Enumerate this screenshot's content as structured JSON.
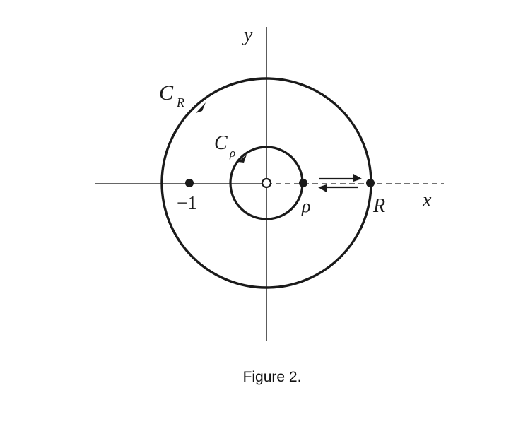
{
  "diagram": {
    "labels": {
      "y_axis": "y",
      "x_axis": "x",
      "outer_contour": "C",
      "outer_sub": "R",
      "inner_contour": "C",
      "inner_sub": "ρ",
      "point_minus_one": "−1",
      "point_rho": "ρ",
      "point_R": "R"
    },
    "colors": {
      "ink": "#1a1a1a",
      "axis": "#333333",
      "paper": "#ffffff"
    }
  },
  "caption": "Figure 2."
}
